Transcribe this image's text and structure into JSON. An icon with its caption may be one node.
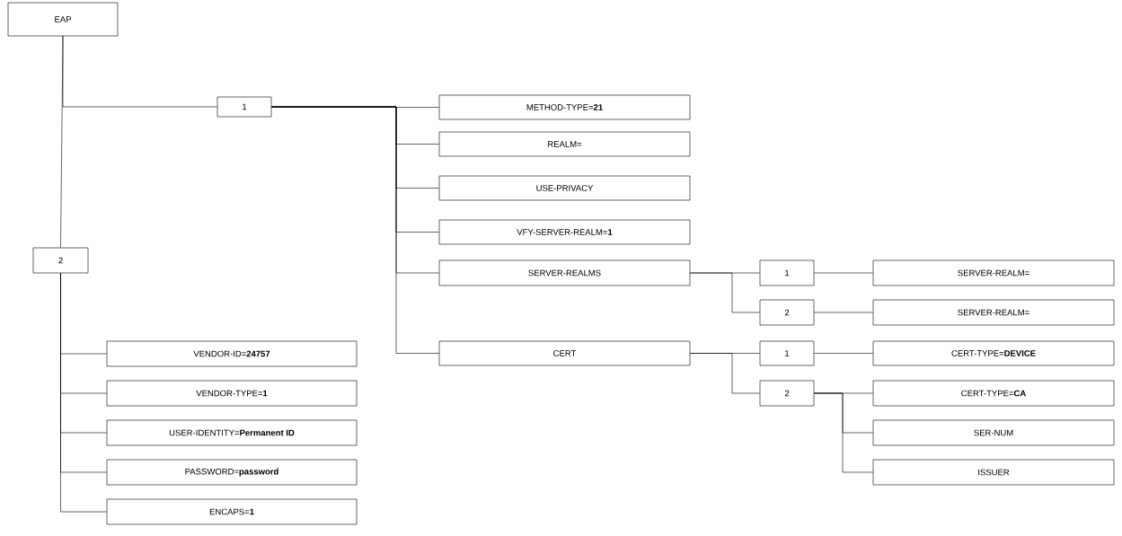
{
  "diagram": {
    "nodes": [
      {
        "text": [
          "EAP"
        ]
      },
      {
        "text": [
          "1"
        ]
      },
      {
        "text": [
          "METHOD-TYPE=**21**"
        ]
      },
      {
        "text": [
          "REALM="
        ]
      },
      {
        "text": [
          "USE-PRIVACY"
        ]
      },
      {
        "text": [
          "VFY-SERVER-REALM=**1**"
        ]
      },
      {
        "text": [
          "SERVER-REALMS"
        ]
      },
      {
        "text": [
          "1"
        ]
      },
      {
        "text": [
          "SERVER-REALM="
        ]
      },
      {
        "text": [
          "2"
        ]
      },
      {
        "text": [
          "SERVER-REALM="
        ]
      },
      {
        "text": [
          "CERT"
        ]
      },
      {
        "text": [
          "1"
        ]
      },
      {
        "text": [
          "CERT-TYPE=**DEVICE**"
        ]
      },
      {
        "text": [
          "2"
        ]
      },
      {
        "text": [
          "CERT-TYPE=**CA**"
        ]
      },
      {
        "text": [
          "SER-NUM"
        ]
      },
      {
        "text": [
          "ISSUER"
        ]
      },
      {
        "text": [
          "2"
        ]
      },
      {
        "text": [
          "VENDOR-ID=**24757**"
        ]
      },
      {
        "text": [
          "VENDOR-TYPE=**1**"
        ]
      },
      {
        "text": [
          "USER-IDENTITY=**Permanent ID**"
        ]
      },
      {
        "text": [
          "PASSWORD=**password**"
        ]
      },
      {
        "text": [
          "ENCAPS=**1**"
        ]
      }
    ],
    "edges": [
      {
        "from": 0,
        "to": 1,
        "arrow": "none"
      },
      {
        "from": 0,
        "to": 18,
        "arrow": "none"
      },
      {
        "from": 1,
        "to": 2,
        "arrow": "none"
      },
      {
        "from": 1,
        "to": 3,
        "arrow": "none"
      },
      {
        "from": 1,
        "to": 4,
        "arrow": "none"
      },
      {
        "from": 1,
        "to": 5,
        "arrow": "none"
      },
      {
        "from": 1,
        "to": 6,
        "arrow": "none"
      },
      {
        "from": 1,
        "to": 11,
        "arrow": "none"
      },
      {
        "from": 6,
        "to": 7,
        "arrow": "none"
      },
      {
        "from": 6,
        "to": 9,
        "arrow": "none"
      },
      {
        "from": 7,
        "to": 8,
        "arrow": "none"
      },
      {
        "from": 9,
        "to": 10,
        "arrow": "none"
      },
      {
        "from": 11,
        "to": 12,
        "arrow": "none"
      },
      {
        "from": 11,
        "to": 14,
        "arrow": "none"
      },
      {
        "from": 12,
        "to": 13,
        "arrow": "none"
      },
      {
        "from": 14,
        "to": 15,
        "arrow": "none"
      },
      {
        "from": 14,
        "to": 16,
        "arrow": "none"
      },
      {
        "from": 14,
        "to": 17,
        "arrow": "none"
      },
      {
        "from": 18,
        "to": 19,
        "arrow": "none"
      },
      {
        "from": 18,
        "to": 20,
        "arrow": "none"
      },
      {
        "from": 18,
        "to": 21,
        "arrow": "none"
      },
      {
        "from": 18,
        "to": 22,
        "arrow": "none"
      },
      {
        "from": 18,
        "to": 23,
        "arrow": "none"
      }
    ]
  }
}
